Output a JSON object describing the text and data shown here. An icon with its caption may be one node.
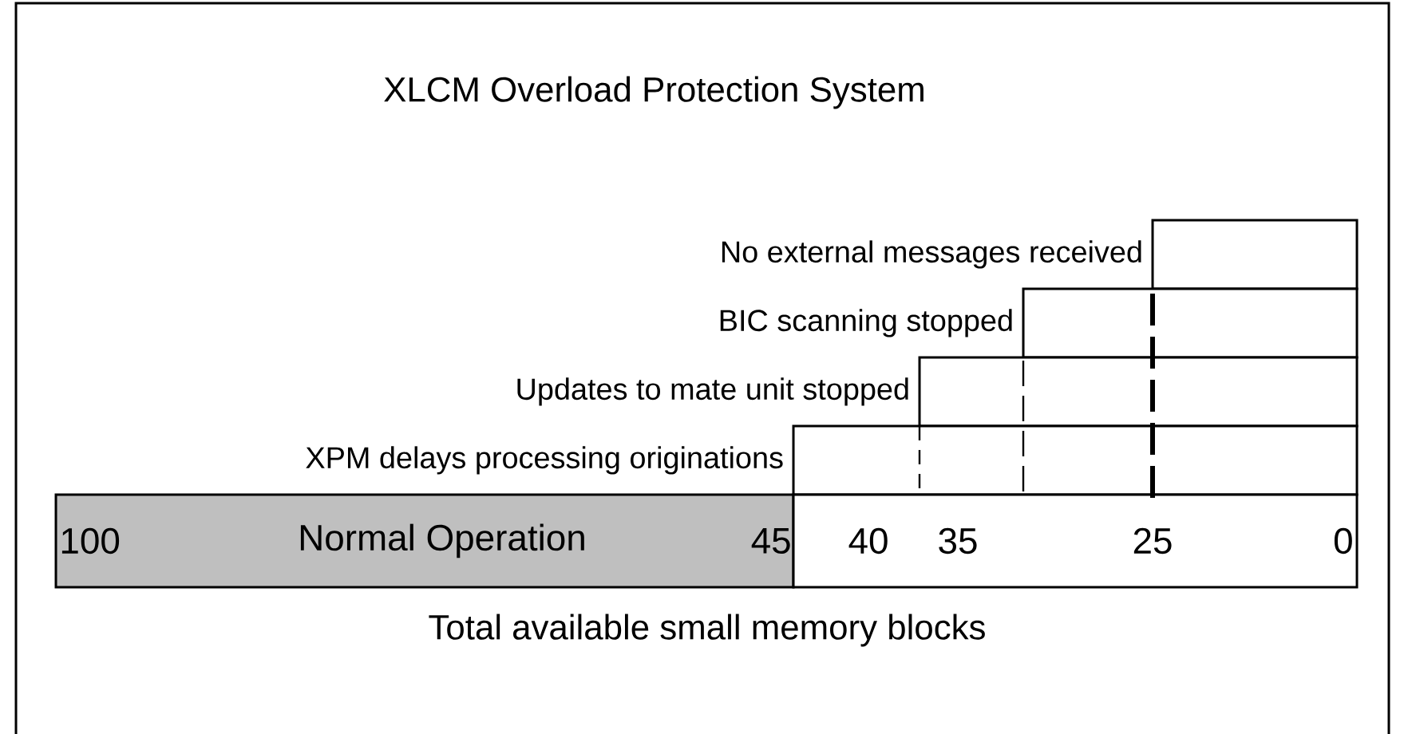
{
  "diagram": {
    "title": "XLCM Overload Protection System",
    "caption": "Total available small memory blocks",
    "nodes": [
      {
        "text": [
          "No external messages received"
        ]
      },
      {
        "text": [
          "BIC scanning stopped"
        ]
      },
      {
        "text": [
          "Updates to mate unit stopped"
        ]
      },
      {
        "text": [
          "XPM delays processing originations"
        ]
      },
      {
        "text": [
          "100",
          "Normal Operation",
          "45"
        ]
      },
      {
        "text": [
          "40",
          "35",
          "25",
          "0"
        ]
      }
    ]
  }
}
